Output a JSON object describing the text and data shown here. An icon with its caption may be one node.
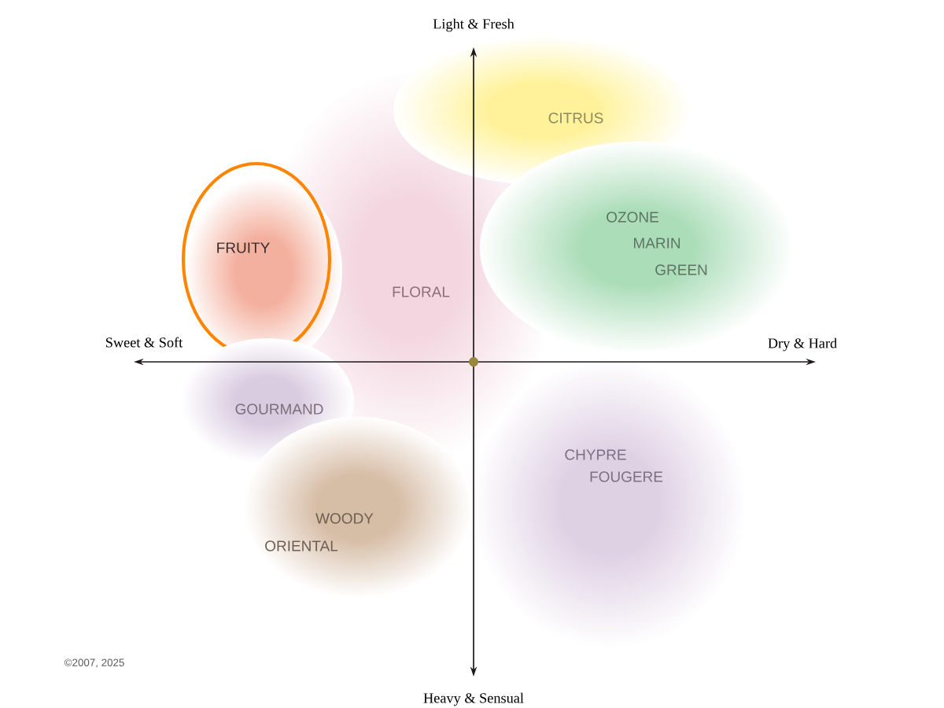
{
  "diagram": {
    "nodes": [
      {
        "text": [
          "CITRUS"
        ]
      },
      {
        "text": [
          "FRUITY"
        ]
      },
      {
        "text": [
          "OZONE",
          "MARIN",
          "GREEN"
        ]
      },
      {
        "text": [
          "FLORAL"
        ]
      },
      {
        "text": [
          "GOURMAND"
        ]
      },
      {
        "text": [
          "CHYPRE",
          "FOUGERE"
        ]
      },
      {
        "text": [
          "WOODY",
          "ORIENTAL"
        ]
      }
    ],
    "labels": [
      "Light & Fresh",
      "Sweet & Soft",
      "Dry & Hard",
      "Heavy & Sensual",
      "©2007, 2025"
    ]
  }
}
